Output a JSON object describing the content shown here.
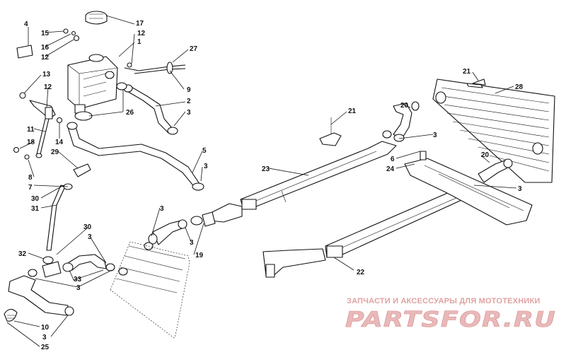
{
  "labels": [
    {
      "text": "4"
    },
    {
      "text": "15"
    },
    {
      "text": "16"
    },
    {
      "text": "12"
    },
    {
      "text": "17"
    },
    {
      "text": "12"
    },
    {
      "text": "1"
    },
    {
      "text": "27"
    },
    {
      "text": "13"
    },
    {
      "text": "12"
    },
    {
      "text": "9"
    },
    {
      "text": "2"
    },
    {
      "text": "26"
    },
    {
      "text": "3"
    },
    {
      "text": "11"
    },
    {
      "text": "14"
    },
    {
      "text": "18"
    },
    {
      "text": "29"
    },
    {
      "text": "8"
    },
    {
      "text": "7"
    },
    {
      "text": "5"
    },
    {
      "text": "3"
    },
    {
      "text": "30"
    },
    {
      "text": "31"
    },
    {
      "text": "21"
    },
    {
      "text": "21"
    },
    {
      "text": "28"
    },
    {
      "text": "20"
    },
    {
      "text": "3"
    },
    {
      "text": "6"
    },
    {
      "text": "24"
    },
    {
      "text": "23"
    },
    {
      "text": "20"
    },
    {
      "text": "3"
    },
    {
      "text": "3"
    },
    {
      "text": "30"
    },
    {
      "text": "3"
    },
    {
      "text": "3"
    },
    {
      "text": "19"
    },
    {
      "text": "32"
    },
    {
      "text": "33"
    },
    {
      "text": "3"
    },
    {
      "text": "22"
    },
    {
      "text": "10"
    },
    {
      "text": "3"
    },
    {
      "text": "25"
    }
  ],
  "watermark": {
    "caption": "ЗАПЧАСТИ И АКСЕССУАРЫ ДЛЯ МОТОТЕХНИКИ",
    "logo": "PARTSFOR.RU"
  },
  "colors": {
    "line": "#111111",
    "watermark": "#e0a2a2"
  }
}
